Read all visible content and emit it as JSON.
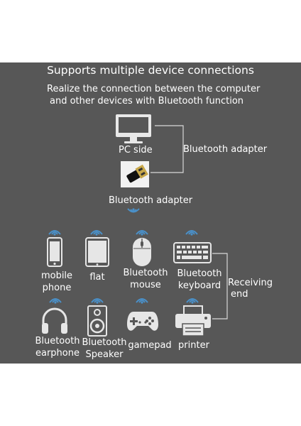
{
  "title": "Supports multiple device connections",
  "subtitle_line1": "Realize the connection between the computer",
  "subtitle_line2": "and other devices with Bluetooth function",
  "pc_label": "PC side",
  "adapter_label_right": "Bluetooth adapter",
  "adapter_label_middle": "Bluetooth adapter",
  "receiving_end": {
    "line1": "Receiving",
    "line2": "end"
  },
  "devices_row1": [
    {
      "line1": "mobile",
      "line2": "phone",
      "icon": "mobile-phone-icon"
    },
    {
      "line1": "flat",
      "line2": "",
      "icon": "tablet-icon"
    },
    {
      "line1": "Bluetooth",
      "line2": "mouse",
      "icon": "mouse-icon"
    },
    {
      "line1": "Bluetooth",
      "line2": "keyboard",
      "icon": "keyboard-icon"
    }
  ],
  "devices_row2": [
    {
      "line1": "Bluetooth",
      "line2": "earphone",
      "icon": "headphones-icon"
    },
    {
      "line1": "Bluetooth",
      "line2": "Speaker",
      "icon": "speaker-icon"
    },
    {
      "line1": "gamepad",
      "line2": "",
      "icon": "gamepad-icon"
    },
    {
      "line1": "printer",
      "line2": "",
      "icon": "printer-icon"
    }
  ],
  "colors": {
    "panel": "#575757",
    "text": "#ffffff",
    "signal": "#4a90c8",
    "icon": "#e6e6e6"
  }
}
